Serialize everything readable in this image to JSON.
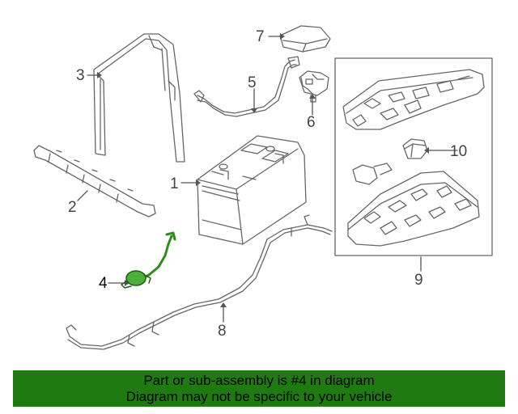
{
  "diagram": {
    "callouts": [
      {
        "id": "1",
        "label": "1"
      },
      {
        "id": "2",
        "label": "2"
      },
      {
        "id": "3",
        "label": "3"
      },
      {
        "id": "4",
        "label": "4"
      },
      {
        "id": "5",
        "label": "5"
      },
      {
        "id": "6",
        "label": "6"
      },
      {
        "id": "7",
        "label": "7"
      },
      {
        "id": "8",
        "label": "8"
      },
      {
        "id": "9",
        "label": "9"
      },
      {
        "id": "10",
        "label": "10"
      }
    ],
    "highlighted_part": "4",
    "highlight_color": "#2e8b1e",
    "line_color": "#666666"
  },
  "banner": {
    "line1": "Part or sub-assembly is #4 in diagram",
    "line2": "Diagram may not be specific to your vehicle",
    "background": "#1f7a12"
  }
}
